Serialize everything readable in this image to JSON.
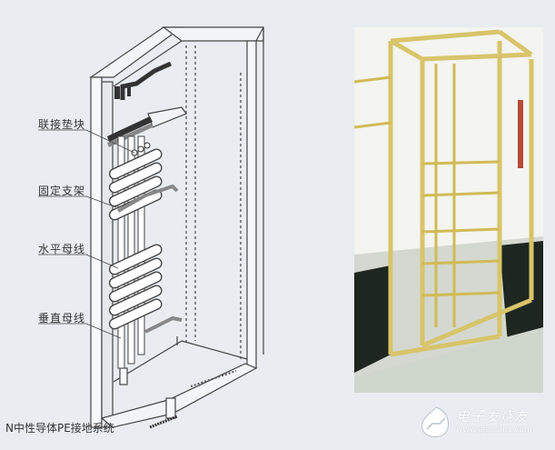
{
  "diagram": {
    "labels": [
      {
        "id": "connecting-pad",
        "text": "联接垫块"
      },
      {
        "id": "fixed-bracket",
        "text": "固定支架"
      },
      {
        "id": "horizontal-busbar",
        "text": "水平母线"
      },
      {
        "id": "vertical-busbar",
        "text": "垂直母线"
      }
    ],
    "caption": "N中性导体PE接地系统"
  },
  "photo": {
    "frame_color": "#d8c46a",
    "floor_color": "#1e2620"
  },
  "watermark": {
    "brand": "电子发烧友",
    "url": "www.elecfans.com"
  }
}
